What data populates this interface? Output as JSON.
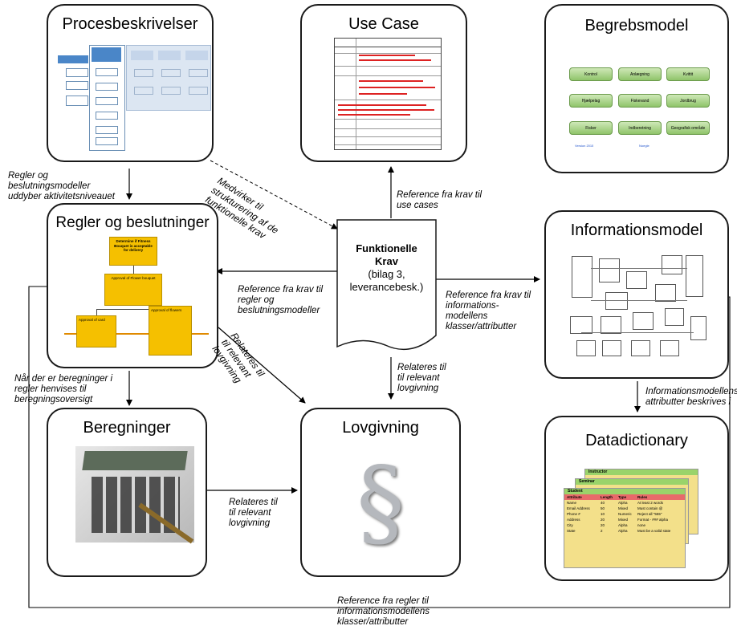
{
  "boxes": {
    "procesbeskrivelser": "Procesbeskrivelser",
    "use_case": "Use Case",
    "begrebsmodel": "Begrebsmodel",
    "regler": "Regler og beslutninger",
    "informationsmodel": "Informationsmodel",
    "beregninger": "Beregninger",
    "lovgivning": "Lovgivning",
    "datadictionary": "Datadictionary"
  },
  "center": {
    "title_line1": "Funktionelle",
    "title_line2": "Krav",
    "sub_line1": "(bilag 3,",
    "sub_line2": "leverancebesk.)"
  },
  "labels": {
    "regler_og_beslut": [
      "Regler og",
      "beslutningsmodeller",
      "uddyber aktivitetsniveauet"
    ],
    "medvirker": [
      "Medvirker til",
      "strukturering af de",
      "funktionelle krav"
    ],
    "ref_use_cases": [
      "Reference fra krav til",
      "use cases"
    ],
    "ref_regler": [
      "Reference fra krav til",
      "regler og",
      "beslutningsmodeller"
    ],
    "ref_info": [
      "Reference fra krav til",
      "informations-",
      "modellens",
      "klasser/attributter"
    ],
    "relateres_center": [
      "Relateres til",
      "til  relevant",
      "lovgivning"
    ],
    "relateres_diag": [
      "Relateres til",
      "til  relevant",
      "lovgivning"
    ],
    "naar_der": [
      "Når der er beregninger  i",
      "regler henvises til",
      "beregningsoversigt"
    ],
    "info_attr": [
      "Informationsmodellens",
      "attributter beskrives i"
    ],
    "relateres_bottom": [
      "Relateres til",
      "til  relevant",
      "lovgivning"
    ],
    "ref_regler_info": [
      "Reference fra regler til",
      "informationsmodellens",
      "klasser/attributter"
    ]
  },
  "thumbs": {
    "begreb_nodes": [
      "Kontrol",
      "Anlægning",
      "Kvittit",
      "Hjælpelag",
      "Fiskevand",
      "Jordbrug",
      "Fisker",
      "Indberetning",
      "Geografisk område"
    ],
    "begreb_links": [
      "Version 2015",
      "Noegle"
    ],
    "regel_boxes": [
      "Determine if Fitness Bouquet is acceptable for delivery",
      "Approval of Flower bouquet",
      "Approval of card",
      "Approval of flowers"
    ],
    "data_tables": [
      "Instructor",
      "Seminar",
      "Student"
    ],
    "data_cols": [
      "Attribute",
      "Length",
      "Type",
      "Rules"
    ],
    "data_rows": [
      [
        "Name",
        "40",
        "Alpha",
        "At least 2 words"
      ],
      [
        "Email Address",
        "50",
        "Mixed",
        "Must contain @"
      ],
      [
        "Phone #",
        "10",
        "Numeric",
        "Reject all \"555\""
      ],
      [
        "Address",
        "20",
        "Mixed",
        "Format - ### alpha"
      ],
      [
        "City",
        "20",
        "Alpha",
        "none"
      ],
      [
        "State",
        "2",
        "Alpha",
        "Must be a valid state"
      ]
    ]
  },
  "colors": {
    "border": "#1a1a1a",
    "gold": "#f5c000",
    "green": "#8fc46a"
  }
}
